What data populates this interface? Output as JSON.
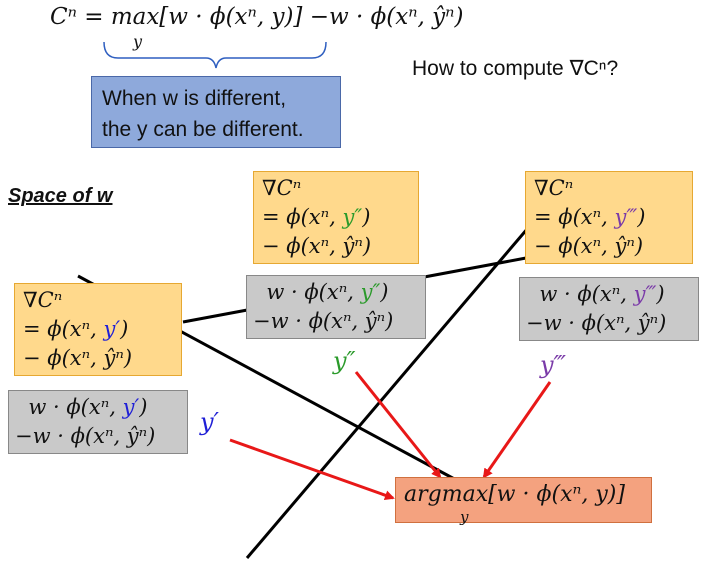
{
  "header": {
    "formula": "Cⁿ = max[w · ϕ(xⁿ, y)] −w · ϕ(xⁿ, ŷⁿ)",
    "max_subscript": "y",
    "question": "How to compute ∇Cⁿ?"
  },
  "note": {
    "line1": "When w is different,",
    "line2": "the y can be different."
  },
  "space_title": "Space of w",
  "regions": [
    {
      "gradient_line1": "∇Cⁿ",
      "gradient_line2_prefix": "= ϕ(xⁿ, ",
      "label": "y′",
      "gradient_line2_suffix": ")",
      "gradient_line3": "− ϕ(xⁿ, ŷⁿ)",
      "score_line1_prefix": "w · ϕ(xⁿ, ",
      "score_line1_suffix": ")",
      "score_line2": "−w · ϕ(xⁿ, ŷⁿ)",
      "color": "#1f1fd6"
    },
    {
      "gradient_line1": "∇Cⁿ",
      "gradient_line2_prefix": "= ϕ(xⁿ, ",
      "label": "y″",
      "gradient_line2_suffix": ")",
      "gradient_line3": "− ϕ(xⁿ, ŷⁿ)",
      "score_line1_prefix": "w · ϕ(xⁿ, ",
      "score_line1_suffix": ")",
      "score_line2": "−w · ϕ(xⁿ, ŷⁿ)",
      "color": "#2a9a2a"
    },
    {
      "gradient_line1": "∇Cⁿ",
      "gradient_line2_prefix": "= ϕ(xⁿ, ",
      "label": "y‴",
      "gradient_line2_suffix": ")",
      "gradient_line3": "− ϕ(xⁿ, ŷⁿ)",
      "score_line1_prefix": "w · ϕ(xⁿ, ",
      "score_line1_suffix": ")",
      "score_line2": "−w · ϕ(xⁿ, ŷⁿ)",
      "color": "#7a3aa8"
    }
  ],
  "argmax": {
    "formula": "argmax[w · ϕ(xⁿ, y)]",
    "subscript": "y"
  },
  "colors": {
    "arrow": "#e81818",
    "line": "#000000",
    "note_fill": "#8ea9db",
    "gradient_fill": "#ffd98c",
    "score_fill": "#c9c9c9",
    "argmax_fill": "#f4a27f"
  }
}
